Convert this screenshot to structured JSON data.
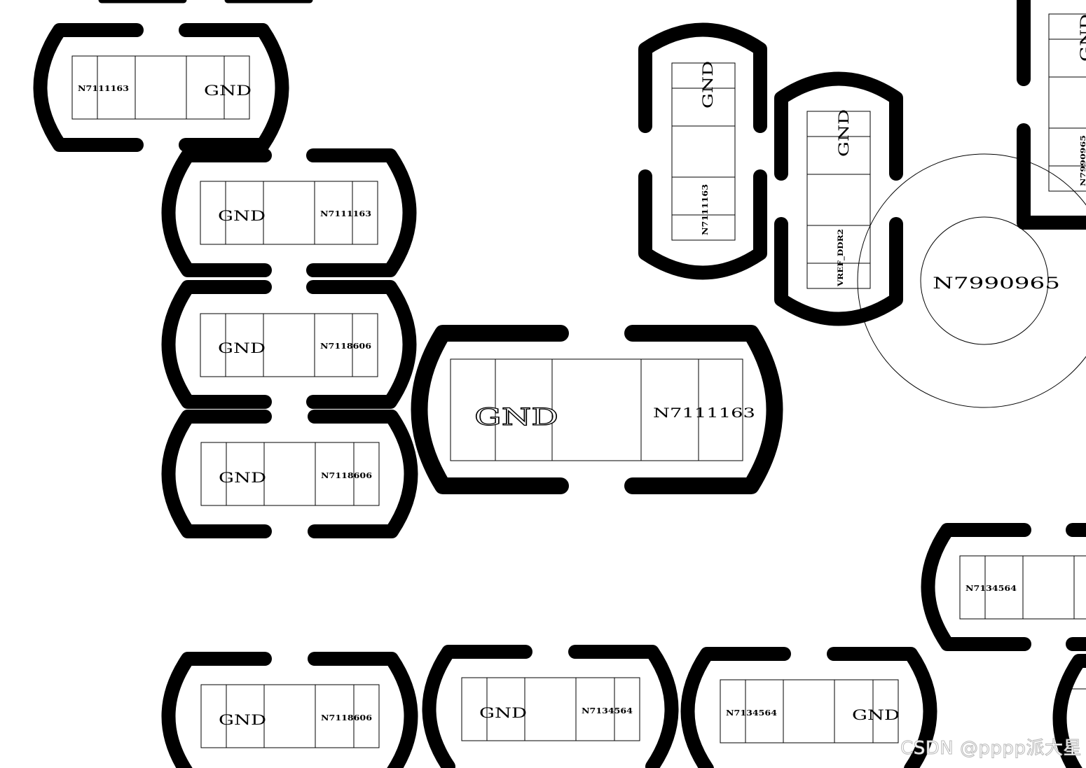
{
  "board": {
    "labels": {
      "gnd": "GND",
      "n7111163": "N7111163",
      "n7118606": "N7118606",
      "n7134564": "N7134564",
      "n7990965": "N7990965",
      "vref_ddr2": "VREF_DDR2"
    }
  },
  "watermark": "CSDN @pppp派大星"
}
